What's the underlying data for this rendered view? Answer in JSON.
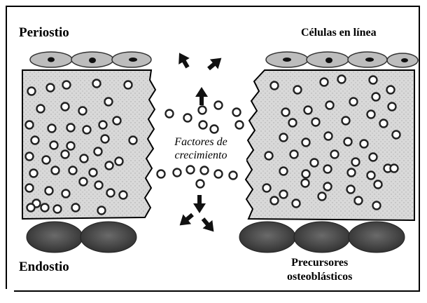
{
  "labels": {
    "top_left": "Periostio",
    "top_right": "Células en línea",
    "bottom_left": "Endostio",
    "bottom_right_line1": "Precursores",
    "bottom_right_line2": "osteoblásticos",
    "center_line1": "Factores de",
    "center_line2": "crecimiento"
  },
  "colors": {
    "bone_fill": "#d6d6d6",
    "lining_cell": "#b8b8b8",
    "precursor_cell": "#3c3c3c",
    "outline": "#000000"
  }
}
